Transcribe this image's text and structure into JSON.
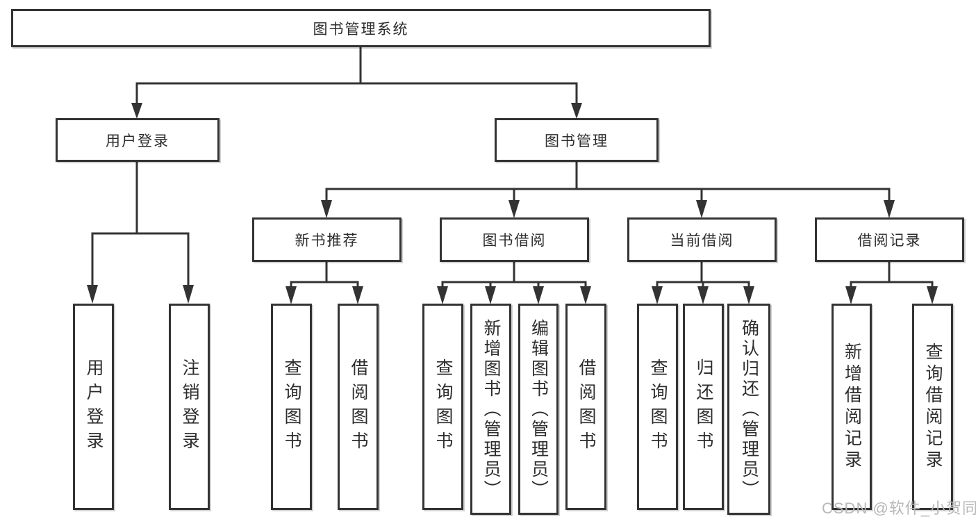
{
  "tree": {
    "root": {
      "label": "图书管理系统"
    },
    "branches": [
      {
        "label": "用户登录",
        "children": [
          {
            "label": "用户登录"
          },
          {
            "label": "注销登录"
          }
        ]
      },
      {
        "label": "图书管理",
        "children": [
          {
            "label": "新书推荐",
            "children": [
              {
                "label": "查询图书"
              },
              {
                "label": "借阅图书"
              }
            ]
          },
          {
            "label": "图书借阅",
            "children": [
              {
                "label": "查询图书"
              },
              {
                "label": "新增图书（管理员）"
              },
              {
                "label": "编辑图书（管理员）"
              },
              {
                "label": "借阅图书"
              }
            ]
          },
          {
            "label": "当前借阅",
            "children": [
              {
                "label": "查询图书"
              },
              {
                "label": "归还图书"
              },
              {
                "label": "确认归还（管理员）"
              }
            ]
          },
          {
            "label": "借阅记录",
            "children": [
              {
                "label": "新增借阅记录"
              },
              {
                "label": "查询借阅记录"
              }
            ]
          }
        ]
      }
    ]
  },
  "watermark": {
    "text": "CSDN @软件_小贺同学"
  },
  "colors": {
    "line": "#333333",
    "text": "#2d2d2d",
    "node_background": "#ffffff",
    "page_background": "#ffffff",
    "watermark": "#b8b8b8"
  }
}
